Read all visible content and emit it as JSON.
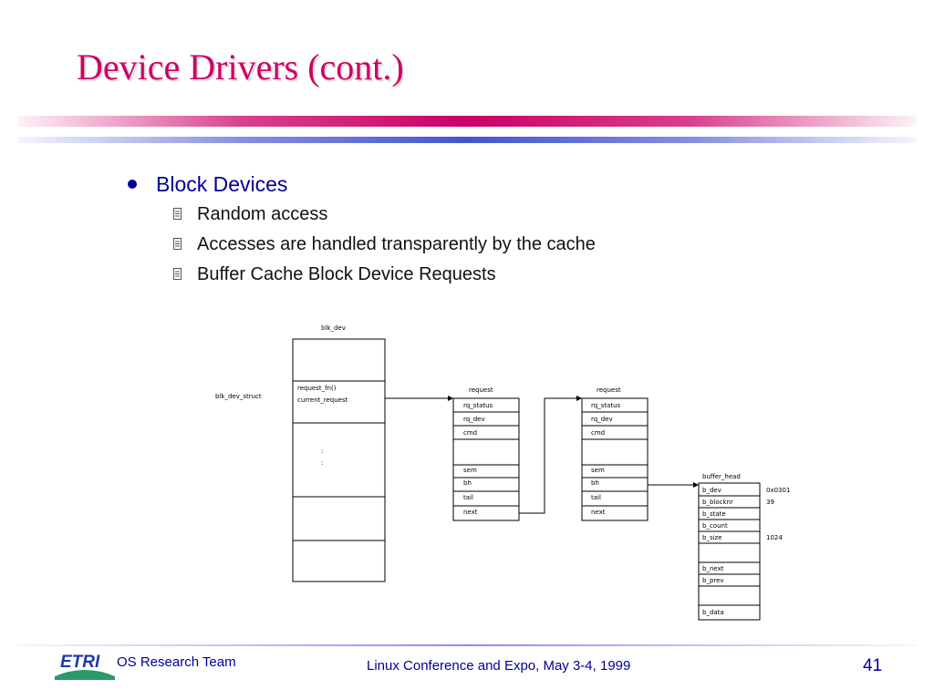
{
  "slide": {
    "title": "Device Drivers (cont.)",
    "bullet": "Block Devices",
    "sub_bullets": [
      "Random access",
      "Accesses are handled transparently by the cache",
      "Buffer Cache Block Device Requests"
    ]
  },
  "diagram": {
    "blk_dev_label": "blk_dev",
    "blk_dev_struct_label": "blk_dev_struct",
    "blk_fields": [
      "request_fn()",
      "current_request"
    ],
    "ellipsis": [
      ":",
      ":"
    ],
    "request_label": "request",
    "request_fields_top": [
      "rq_status",
      "rq_dev",
      "cmd"
    ],
    "request_fields_bottom": [
      "sem",
      "bh",
      "tail",
      "next"
    ],
    "buffer_head_label": "buffer_head",
    "buffer_fields_top": [
      "b_dev",
      "b_blocknr",
      "b_state",
      "b_count",
      "b_size"
    ],
    "buffer_fields_mid": [
      "b_next",
      "b_prev"
    ],
    "buffer_field_data": "b_data",
    "buffer_values": {
      "b_dev": "0x0301",
      "b_blocknr": "39",
      "b_size": "1024"
    }
  },
  "footer": {
    "logo_text": "ETRI",
    "team": "OS Research Team",
    "conference": "Linux Conference and Expo, May 3-4, 1999",
    "page": "41"
  },
  "colors": {
    "title": "#cc0066",
    "bullet_text": "#000099",
    "footer_text": "#000099",
    "logo_blue": "#1a3aa8",
    "logo_green": "#2a9a6a"
  }
}
